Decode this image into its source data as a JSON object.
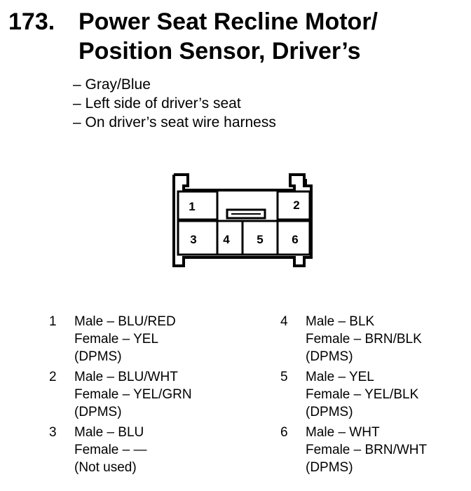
{
  "title": {
    "number": "173.",
    "line1": "Power Seat Recline Motor/",
    "line2": "Position Sensor, Driver’s"
  },
  "bullets": [
    "– Gray/Blue",
    "– Left side of driver’s seat",
    "– On driver’s seat wire harness"
  ],
  "connector": {
    "pin_labels": [
      "1",
      "2",
      "3",
      "4",
      "5",
      "6"
    ]
  },
  "pins": [
    {
      "num": "1",
      "male": "Male – BLU/RED",
      "female": "Female – YEL",
      "note": "(DPMS)"
    },
    {
      "num": "2",
      "male": "Male – BLU/WHT",
      "female": "Female – YEL/GRN",
      "note": "(DPMS)"
    },
    {
      "num": "3",
      "male": "Male – BLU",
      "female": "Female – —",
      "note": "(Not used)"
    },
    {
      "num": "4",
      "male": "Male – BLK",
      "female": "Female – BRN/BLK",
      "note": "(DPMS)"
    },
    {
      "num": "5",
      "male": "Male – YEL",
      "female": "Female – YEL/BLK",
      "note": "(DPMS)"
    },
    {
      "num": "6",
      "male": "Male – WHT",
      "female": "Female – BRN/WHT",
      "note": "(DPMS)"
    }
  ]
}
